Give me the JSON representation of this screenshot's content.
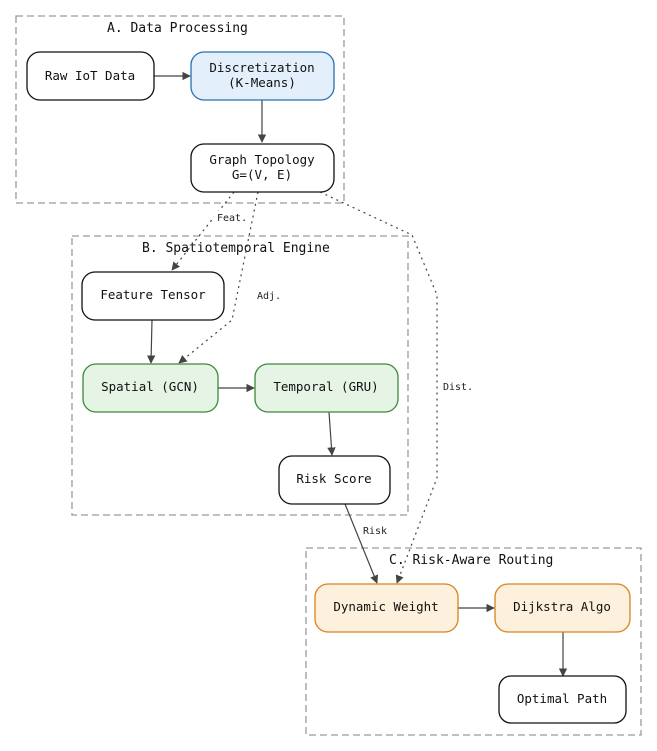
{
  "groups": {
    "a": {
      "title": "A. Data Processing"
    },
    "b": {
      "title": "B. Spatiotemporal Engine"
    },
    "c": {
      "title": "C. Risk-Aware Routing"
    }
  },
  "nodes": {
    "raw_iot": {
      "line1": "Raw IoT Data"
    },
    "discretization": {
      "line1": "Discretization",
      "line2": "(K-Means)"
    },
    "graph_topology": {
      "line1": "Graph Topology",
      "line2": "G=(V, E)"
    },
    "feature_tensor": {
      "line1": "Feature Tensor"
    },
    "spatial": {
      "line1": "Spatial (GCN)"
    },
    "temporal": {
      "line1": "Temporal (GRU)"
    },
    "risk_score": {
      "line1": "Risk Score"
    },
    "dynamic_weight": {
      "line1": "Dynamic Weight"
    },
    "dijkstra": {
      "line1": "Dijkstra Algo"
    },
    "optimal_path": {
      "line1": "Optimal Path"
    }
  },
  "edge_labels": {
    "feat": "Feat.",
    "adj": "Adj.",
    "dist": "Dist.",
    "risk": "Risk"
  },
  "colors": {
    "blue_fill": "#e3f0fb",
    "blue_stroke": "#2a6fb0",
    "green_fill": "#e6f4e6",
    "green_stroke": "#3a8a3a",
    "orange_fill": "#fdf0dc",
    "orange_stroke": "#d9821f",
    "default_stroke": "#111111"
  }
}
